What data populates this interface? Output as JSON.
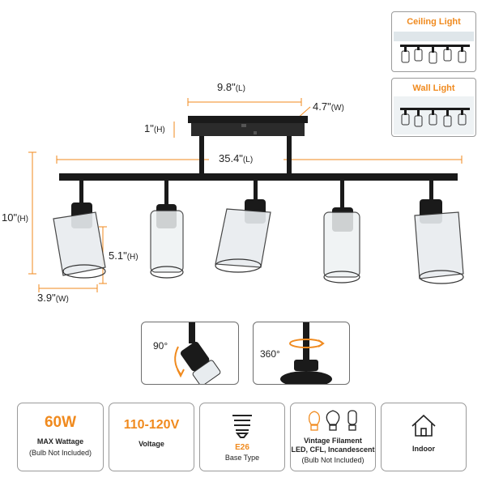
{
  "thumbnails": {
    "ceiling_label": "Ceiling Light",
    "wall_label": "Wall Light"
  },
  "dimensions": {
    "canopy_length": "9.8\"",
    "canopy_length_unit": "(L)",
    "canopy_width": "4.7\"",
    "canopy_width_unit": "(W)",
    "canopy_height": "1\"",
    "canopy_height_unit": "(H)",
    "bar_length": "35.4\"",
    "bar_length_unit": "(L)",
    "total_height": "10\"",
    "total_height_unit": "(H)",
    "shade_height": "5.1\"",
    "shade_height_unit": "(H)",
    "shade_width": "3.9\"",
    "shade_width_unit": "(W)"
  },
  "details": {
    "tilt_angle": "90°",
    "rotate_angle": "360°"
  },
  "specs": {
    "wattage_value": "60W",
    "wattage_label": "MAX Wattage",
    "wattage_note": "(Bulb Not Included)",
    "voltage_value": "110-120V",
    "voltage_label": "Voltage",
    "base_value": "E26",
    "base_label": "Base Type",
    "bulb_title": "Vintage Filament",
    "bulb_types": "LED, CFL, Incandescent",
    "bulb_note": "(Bulb Not Included)",
    "location_label": "Indoor"
  },
  "colors": {
    "accent": "#f08a1e",
    "fixture": "#1a1a1a"
  }
}
